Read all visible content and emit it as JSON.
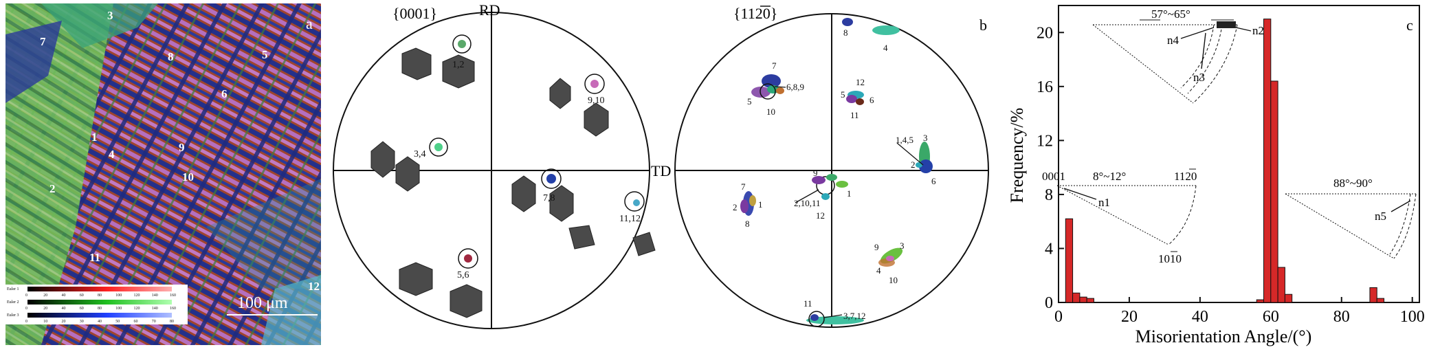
{
  "panel_a": {
    "letter": "a",
    "grain_numbers": [
      {
        "t": "3"
      },
      {
        "t": "7"
      },
      {
        "t": "8"
      },
      {
        "t": "5"
      },
      {
        "t": "6"
      },
      {
        "t": "1"
      },
      {
        "t": "4"
      },
      {
        "t": "9"
      },
      {
        "t": "10"
      },
      {
        "t": "2"
      },
      {
        "t": "11"
      },
      {
        "t": "12"
      }
    ],
    "scale_bar": "100 μm",
    "legend_rows": [
      {
        "label": "Euler 1",
        "ticks": [
          "0",
          "20",
          "40",
          "60",
          "80",
          "100",
          "120",
          "140",
          "160"
        ]
      },
      {
        "label": "Euler 2",
        "ticks": [
          "0",
          "20",
          "40",
          "60",
          "80",
          "100",
          "120",
          "140",
          "160"
        ]
      },
      {
        "label": "Euler 3",
        "ticks": [
          "0",
          "10",
          "20",
          "30",
          "40",
          "50",
          "60",
          "70",
          "80"
        ]
      }
    ]
  },
  "panel_b": {
    "letter": "b",
    "pf_left_title": "{0001}",
    "pf_right_title": "{1120}",
    "rd": "RD",
    "td": "TD",
    "left_labels": [
      "1,2",
      "9,10",
      "3,4",
      "7,8",
      "11,12",
      "5,6"
    ],
    "right_labels": {
      "group1": [
        "7",
        "6,8,9",
        "5",
        "10"
      ],
      "group2": [
        "8",
        "4"
      ],
      "group3": [
        "12",
        "5",
        "6",
        "11"
      ],
      "group4": [
        "3",
        "1,4,5",
        "2",
        "6"
      ],
      "group5": [
        "7",
        "2",
        "1",
        "8"
      ],
      "group6": [
        "9",
        "2,10,11",
        "12",
        "1"
      ],
      "group7": [
        "9",
        "3",
        "4",
        "10"
      ],
      "group8": [
        "11",
        "3,7,12"
      ]
    }
  },
  "panel_c": {
    "letter": "c",
    "insets": {
      "top": {
        "range": "57°~65°",
        "n4": "n4",
        "n3": "n3",
        "n2": "n2"
      },
      "left": {
        "c0001": "0001",
        "range": "8°~12°",
        "c1120": "1120",
        "c1010": "1010",
        "n1": "n1"
      },
      "right": {
        "range": "88°~90°",
        "n5": "n5"
      }
    }
  },
  "chart_data": {
    "type": "bar",
    "xlabel": "Misorientation Angle/(°)",
    "ylabel": "Frequency/%",
    "xlim": [
      0,
      102
    ],
    "ylim": [
      0,
      22
    ],
    "xticks": [
      "0",
      "20",
      "40",
      "60",
      "80",
      "100"
    ],
    "yticks": [
      "0",
      "4",
      "8",
      "12",
      "16",
      "20"
    ],
    "bin_width": 2,
    "bars": [
      {
        "x": 3,
        "y": 6.2
      },
      {
        "x": 5,
        "y": 0.7
      },
      {
        "x": 7,
        "y": 0.4
      },
      {
        "x": 9,
        "y": 0.3
      },
      {
        "x": 57,
        "y": 0.2
      },
      {
        "x": 59,
        "y": 21.0
      },
      {
        "x": 61,
        "y": 16.4
      },
      {
        "x": 63,
        "y": 2.6
      },
      {
        "x": 65,
        "y": 0.6
      },
      {
        "x": 89,
        "y": 1.1
      },
      {
        "x": 91,
        "y": 0.3
      }
    ],
    "bar_color": "#d62828"
  }
}
